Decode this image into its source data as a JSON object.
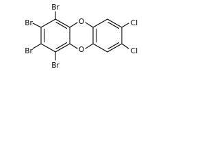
{
  "molecule": {
    "atoms": {
      "br1": "Br",
      "br2": "Br",
      "br3": "Br",
      "br4": "Br",
      "o_top": "O",
      "o_bottom": "O",
      "cl_top": "Cl",
      "cl_bottom": "Cl"
    }
  }
}
